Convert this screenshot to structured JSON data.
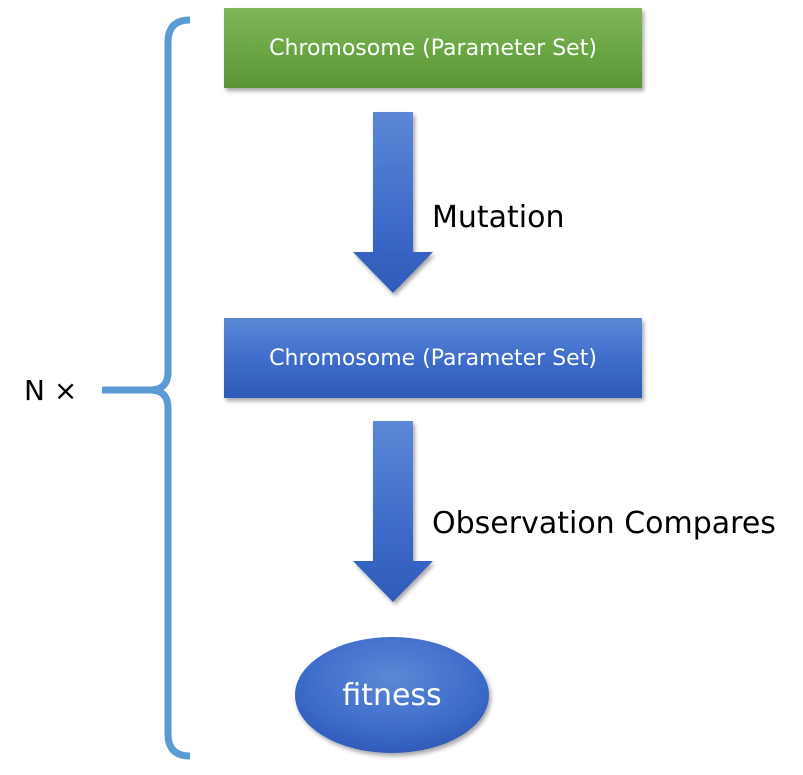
{
  "diagram": {
    "nodes": [
      {
        "id": "chromosome-1",
        "label": "Chromosome (Parameter Set)",
        "shape": "rectangle",
        "color": "#6aa543"
      },
      {
        "id": "chromosome-2",
        "label": "Chromosome (Parameter Set)",
        "shape": "rectangle",
        "color": "#3d6bc9"
      },
      {
        "id": "fitness",
        "label": "fitness",
        "shape": "ellipse",
        "color": "#3d6bc9"
      }
    ],
    "edges": [
      {
        "from": "chromosome-1",
        "to": "chromosome-2",
        "label": "Mutation"
      },
      {
        "from": "chromosome-2",
        "to": "fitness",
        "label": "Observation Compares"
      }
    ],
    "repeat_label": "N ×",
    "bracket_color": "#5b9bd5",
    "arrow_color": "#3d6bc9"
  }
}
